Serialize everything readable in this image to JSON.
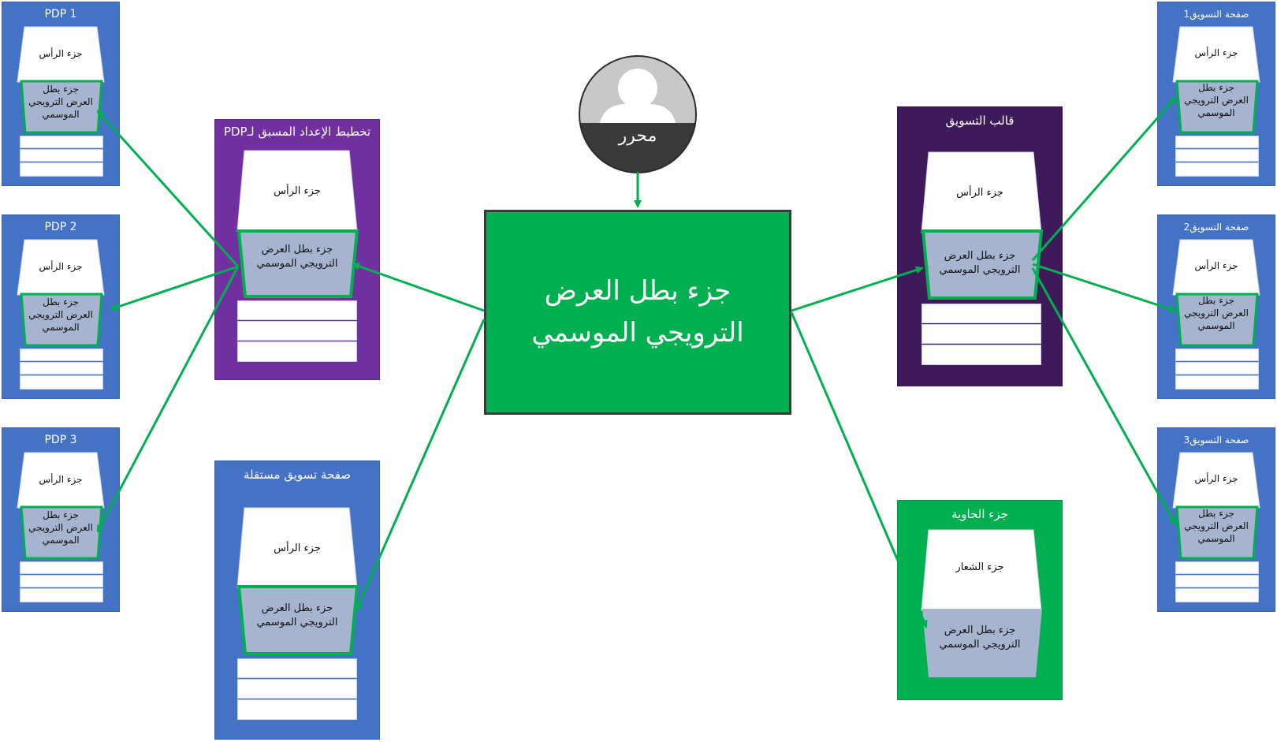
{
  "hero": {
    "title": "جزء بطل العرض الترويجي الموسمي"
  },
  "editor": {
    "label": "محرر"
  },
  "parts": {
    "header": "جزء الرأس",
    "hero_two_line_1": "جزء بطل العرض",
    "hero_two_line_2": "الترويجي الموسمي",
    "hero_small_1": "جزء بطل",
    "hero_small_2": "العرض الترويجي",
    "hero_small_3": "الموسمي",
    "logo": "جزء الشعار"
  },
  "panels": {
    "pdp1": "PDP 1",
    "pdp2": "PDP 2",
    "pdp3": "PDP 3",
    "pdp_preset": "تخطيط الإعداد المسبق لـPDP",
    "standalone_marketing": "صفحة تسويق مستقلة",
    "marketing_template": "قالب التسويق",
    "container": "جزء الحاوية",
    "marketing1": "صفحة التسويق1",
    "marketing2": "صفحة التسويق2",
    "marketing3": "صفحة التسويق3"
  },
  "colors": {
    "blue_panel": "#4472c4",
    "purple_panel": "#7030a0",
    "dark_purple_panel": "#3f1a5a",
    "green": "#00b050",
    "arrow": "#00b050",
    "hero_part_fill": "#a6b4cf"
  }
}
